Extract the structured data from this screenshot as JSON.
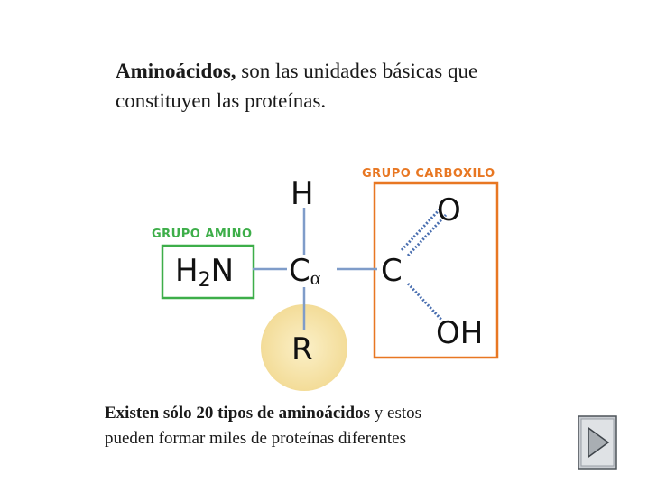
{
  "intro": {
    "bold": "Aminoácidos,",
    "rest_line1": " son las unidades básicas que",
    "line2": "constituyen las proteínas."
  },
  "diagram": {
    "amino_group_label": "GRUPO AMINO",
    "carboxyl_group_label": "GRUPO CARBOXILO",
    "atoms": {
      "h": "H",
      "h2n_h": "H",
      "h2n_sub": "2",
      "h2n_n": "N",
      "c_alpha": "C",
      "alpha": "α",
      "r": "R",
      "c": "C",
      "o": "O",
      "oh": "OH"
    },
    "colors": {
      "amino_box": "#3dae49",
      "carboxyl_box": "#e87722",
      "r_circle": "#f7e4a6",
      "bond": "#7f9cc9",
      "double_bond": "#4a6fb0"
    }
  },
  "footer": {
    "bold": "Existen sólo 20 tipos de aminoácidos",
    "rest_line1": " y estos",
    "line2": "pueden formar miles de proteínas diferentes"
  },
  "nav": {
    "next_icon": "play-triangle-icon"
  }
}
